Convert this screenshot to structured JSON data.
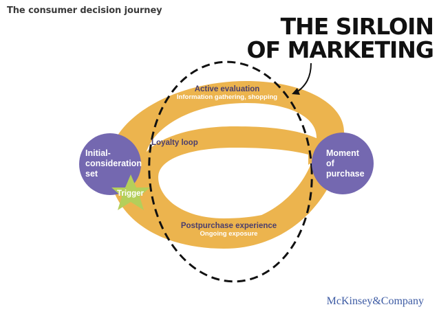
{
  "header": {
    "title": "The consumer decision journey"
  },
  "headline": {
    "line1": "THE SIRLOIN",
    "line2": "OF MARKETING"
  },
  "stages": {
    "active_evaluation": {
      "title": "Active evaluation",
      "subtitle": "Information gathering, shopping"
    },
    "loyalty_loop": {
      "title": "Loyalty loop"
    },
    "postpurchase": {
      "title": "Postpurchase experience",
      "subtitle": "Ongoing exposure"
    }
  },
  "nodes": {
    "initial": {
      "line1": "Initial-",
      "line2": "consideration",
      "line3": "set"
    },
    "moment": {
      "line1": "Moment",
      "line2": "of",
      "line3": "purchase"
    },
    "trigger": {
      "label": "Trigger"
    }
  },
  "brand": {
    "name": "McKinsey&Company"
  },
  "colors": {
    "loop": "#ecb44e",
    "node": "#7468b0",
    "trigger": "#b4cf5a",
    "dashed_outline": "#111111",
    "brand": "#3c5aa3"
  }
}
